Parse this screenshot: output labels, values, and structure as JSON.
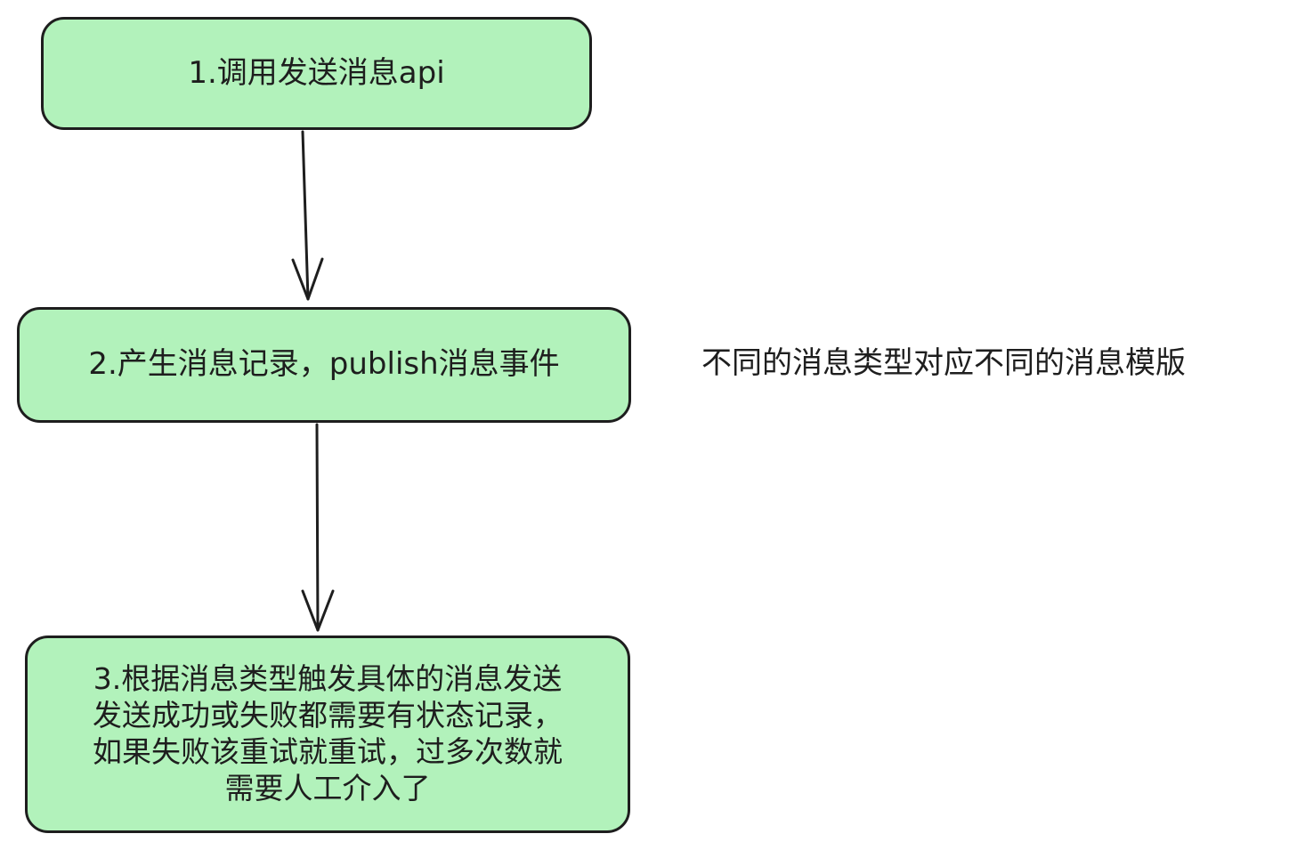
{
  "colors": {
    "node_fill": "#b2f2bb",
    "stroke": "#1e1e1e",
    "text": "#1e1e1e",
    "background": "#ffffff"
  },
  "nodes": [
    {
      "lines": [
        "1.调用发送消息api"
      ]
    },
    {
      "lines": [
        "2.产生消息记录，publish消息事件"
      ]
    },
    {
      "lines": [
        "3.根据消息类型触发具体的消息发送",
        "发送成功或失败都需要有状态记录，",
        "如果失败该重试就重试，过多次数就",
        "需要人工介入了"
      ]
    }
  ],
  "note": {
    "text": "不同的消息类型对应不同的消息模版"
  }
}
